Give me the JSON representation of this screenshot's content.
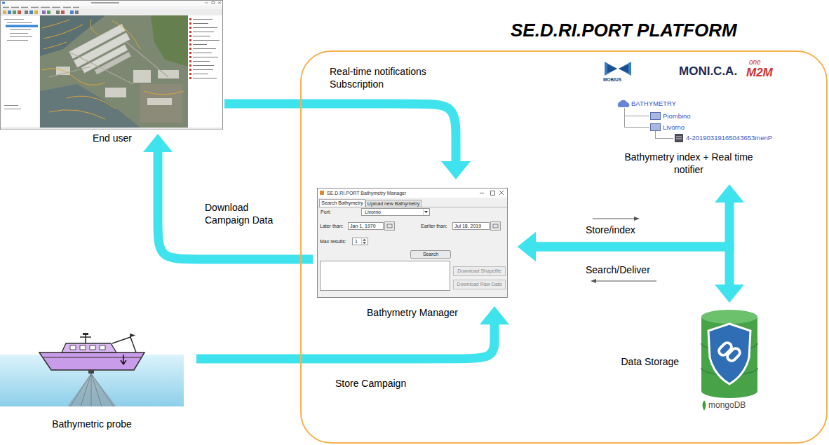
{
  "diagram": {
    "nodes": [
      {
        "text": [
          "SE.D.RI.PORT PLATFORM"
        ]
      },
      {
        "text": [
          "End user"
        ]
      },
      {
        "text": [
          "Bathymetric probe"
        ]
      },
      {
        "text": [
          "Bathymetry Manager"
        ],
        "in": 0
      },
      {
        "text": [
          "Bathymetry index + Real time notifier"
        ],
        "in": 0
      },
      {
        "text": [
          "Data Storage"
        ],
        "in": 0
      }
    ],
    "edges": [
      {
        "from": 1,
        "to": 3,
        "label": "Real-time notifications Subscription",
        "arrow": "to"
      },
      {
        "from": 3,
        "to": 1,
        "label": "Download Campaign Data",
        "arrow": "to"
      },
      {
        "from": 2,
        "to": 3,
        "label": "Store Campaign",
        "arrow": "to"
      },
      {
        "from": 3,
        "to": 4,
        "label": "Store/index",
        "arrow": "both"
      },
      {
        "from": 3,
        "to": 5,
        "label": "Search/Deliver",
        "arrow": "both"
      }
    ],
    "labels": [
      "MOBIUS",
      "MONI.C.A.",
      "one",
      "M2M",
      "BATHYMETRY",
      "Piombino",
      "Livorno",
      "4-20190319165043653menP",
      "SE.D.RI.PORT Bathymetry Manager",
      "Search Bathymetry",
      "Upload new Bathymetry",
      "Port:",
      "Livorno",
      "Later than:",
      "Jan 1, 1970",
      "Earlier than:",
      "Jul 18, 2019",
      "Max results:",
      "1",
      "Search",
      "Download Shapefile",
      "Download Raw Data",
      "mongoDB"
    ]
  }
}
